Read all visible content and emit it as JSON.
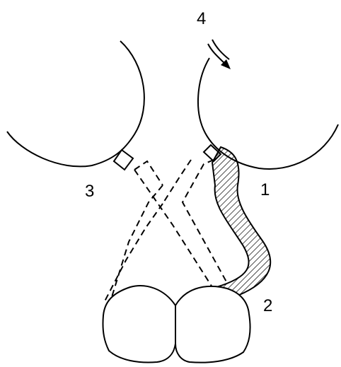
{
  "labels": {
    "one": "1",
    "two": "2",
    "three": "3",
    "four": "4"
  },
  "colors": {
    "stroke": "#000000",
    "background": "#ffffff"
  }
}
